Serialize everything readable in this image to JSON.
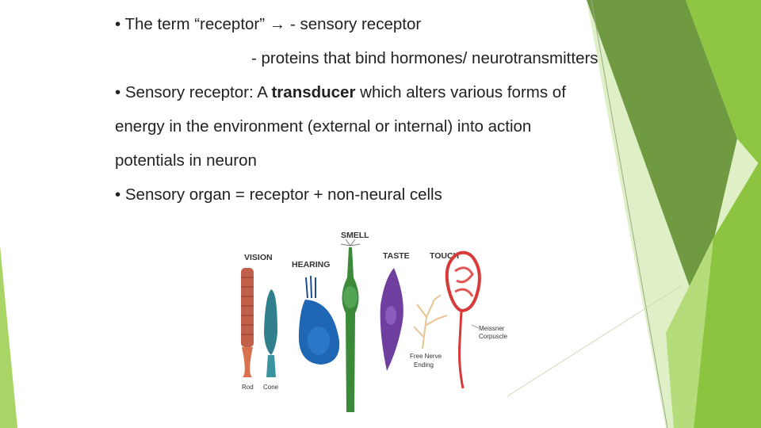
{
  "slide": {
    "bullets": [
      {
        "text": "• The term “receptor” → - sensory receptor"
      },
      {
        "text": "- proteins that bind hormones/ neurotransmitters"
      },
      {
        "pre": "• Sensory receptor: A ",
        "bold": "transducer",
        "post": " which alters various forms of"
      },
      {
        "text": "energy in the environment (external or internal) into action"
      },
      {
        "text": "potentials in neuron"
      },
      {
        "text": "• Sensory organ = receptor + non-neural cells"
      }
    ]
  },
  "figure": {
    "labels": {
      "vision": "VISION",
      "hearing": "HEARING",
      "smell": "SMELL",
      "taste": "TASTE",
      "touch": "TOUCH",
      "rod": "Rod",
      "cone": "Cone",
      "free_nerve_1": "Free Nerve",
      "free_nerve_2": "Ending",
      "meissner_1": "Meissner",
      "meissner_2": "Corpuscle"
    }
  },
  "colors": {
    "green_dark": "#6e9a3c",
    "green_mid": "#8cc43f",
    "green_light": "#b5dc7a",
    "green_pale": "#dcefc4"
  }
}
